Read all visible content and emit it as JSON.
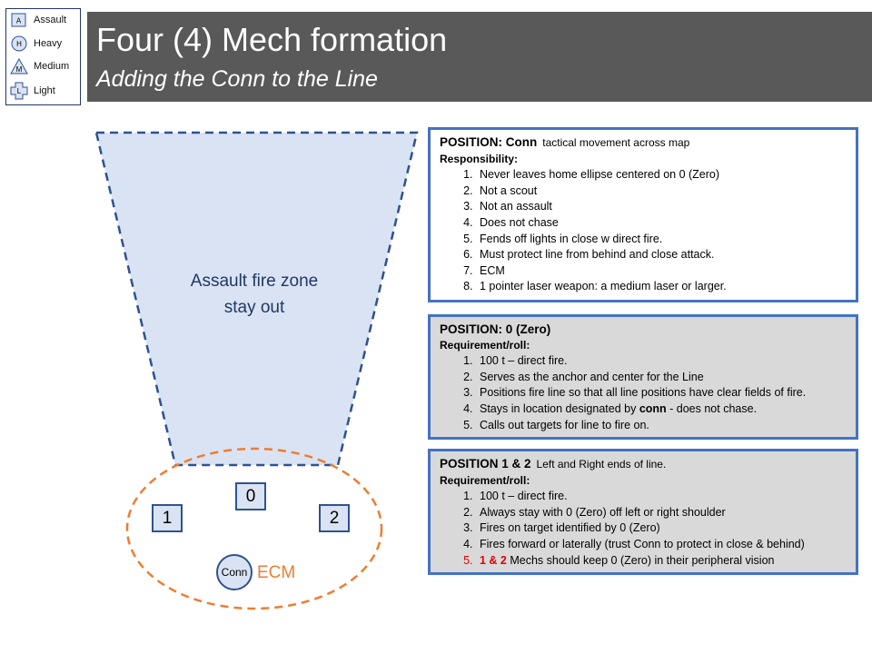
{
  "legend": {
    "items": [
      {
        "letter": "A",
        "label": "Assault",
        "shape": "square"
      },
      {
        "letter": "H",
        "label": "Heavy",
        "shape": "circle"
      },
      {
        "letter": "M",
        "label": "Medium",
        "shape": "triangle"
      },
      {
        "letter": "L",
        "label": "Light",
        "shape": "cross"
      }
    ]
  },
  "header": {
    "title": "Four (4) Mech formation",
    "subtitle": "Adding the Conn to the Line"
  },
  "diagram": {
    "zone_line1": "Assault  fire zone",
    "zone_line2": "stay out",
    "pos_zero": "0",
    "pos_one": "1",
    "pos_two": "2",
    "conn": "Conn",
    "ecm": "ECM"
  },
  "colors": {
    "accent": "#4472c4",
    "zone_fill": "#dae3f3",
    "ellipse": "#ed7d31",
    "title_bg": "#595959"
  },
  "conn_box": {
    "heading": "POSITION: Conn",
    "heading_desc": "tactical movement across map",
    "sub": "Responsibility:",
    "items": [
      "Never leaves home ellipse centered on 0 (Zero)",
      "Not a  scout",
      "Not an assault",
      "Does not chase",
      "Fends off lights in close w direct fire.",
      "Must protect line from behind and close attack.",
      "ECM",
      "1 pointer laser weapon: a medium laser or larger."
    ]
  },
  "zero_box": {
    "heading": "POSITION: 0 (Zero)",
    "sub": "Requirement/roll:",
    "items": [
      "100  t – direct fire.",
      "Serves as the anchor and center for the Line",
      "Positions fire line so  that all line positions have clear fields of fire."
    ],
    "item4_pre": "Stays in location designated by ",
    "item4_bold": "conn",
    "item4_post": " -   does not chase.",
    "item5": "Calls out targets for line to fire on."
  },
  "ends_box": {
    "heading": "POSITION 1 & 2",
    "heading_desc": "Left and Right ends of line.",
    "sub": "Requirement/roll:",
    "items": [
      "100  t – direct fire.",
      "Always stay with 0 (Zero) off left or right shoulder",
      "Fires on target identified by 0 (Zero)",
      "Fires forward or laterally (trust Conn to protect in close & behind)"
    ],
    "item5_red": "1 & 2",
    "item5_rest": " Mechs should keep 0 (Zero) in their peripheral vision"
  }
}
